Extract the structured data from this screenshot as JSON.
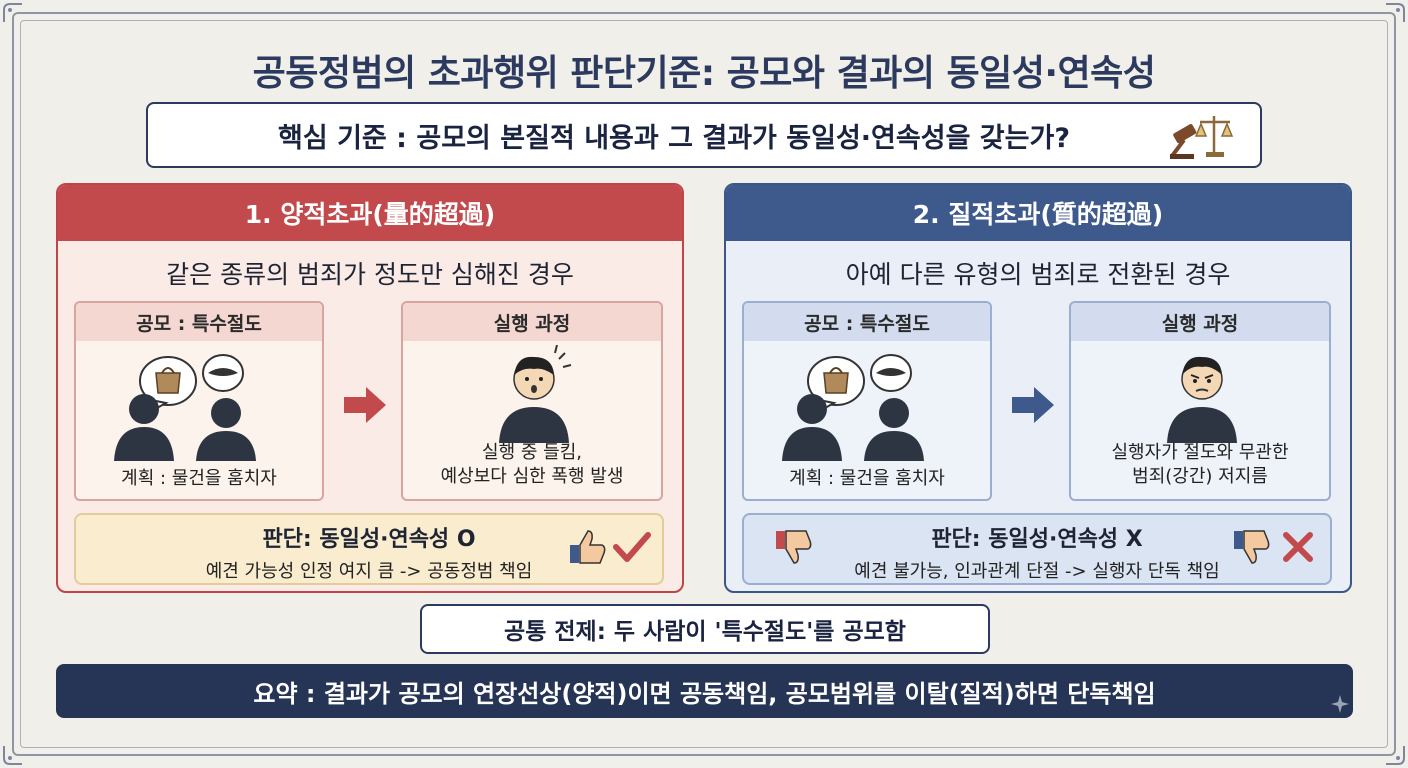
{
  "title": "공동정범의 초과행위 판단기준: 공모와 결과의 동일성·연속성",
  "key_question": "핵심 기준 : 공모의 본질적 내용과 그 결과가 동일성·연속성을 갖는가?",
  "quantitative": {
    "heading": "1. 양적초과(量的超過)",
    "subtitle": "같은 종류의 범죄가 정도만 심해진 경우",
    "plan_card": {
      "title": "공모 : 특수절도",
      "caption": "계획 : 물건을 훔치자"
    },
    "exec_card": {
      "title": "실행 과정",
      "caption_line1": "실행 중 들킴,",
      "caption_line2": "예상보다 심한 폭행 발생"
    },
    "judgment": {
      "title": "판단: 동일성·연속성 O",
      "desc": "예견 가능성 인정 여지 큼 -> 공동정범 책임"
    }
  },
  "qualitative": {
    "heading": "2. 질적초과(質的超過)",
    "subtitle": "아예 다른 유형의 범죄로 전환된 경우",
    "plan_card": {
      "title": "공모 : 특수절도",
      "caption": "계획 : 물건을 훔치자"
    },
    "exec_card": {
      "title": "실행 과정",
      "caption_line1": "실행자가 절도와 무관한",
      "caption_line2": "범죄(강간) 저지름"
    },
    "judgment": {
      "title": "판단: 동일성·연속성 X",
      "desc": "예견 불가능, 인과관계 단절 -> 실행자 단독 책임"
    }
  },
  "premise": "공통 전제: 두 사람이 '특수절도'를 공모함",
  "summary": "요약 : 결과가 공모의 연장선상(양적)이면 공동책임, 공모범위를 이탈(질적)하면 단독책임",
  "icons": [
    "gavel-scale-icon",
    "conspirators-icon",
    "bag-icon",
    "mask-icon",
    "surprised-person-icon",
    "angry-person-icon",
    "thumbs-up-icon",
    "check-icon",
    "thumbs-down-icon",
    "cross-icon",
    "arrow-right-icon"
  ],
  "colors": {
    "red_accent": "#c24a4c",
    "blue_accent": "#3e5a8c",
    "navy": "#263556"
  }
}
